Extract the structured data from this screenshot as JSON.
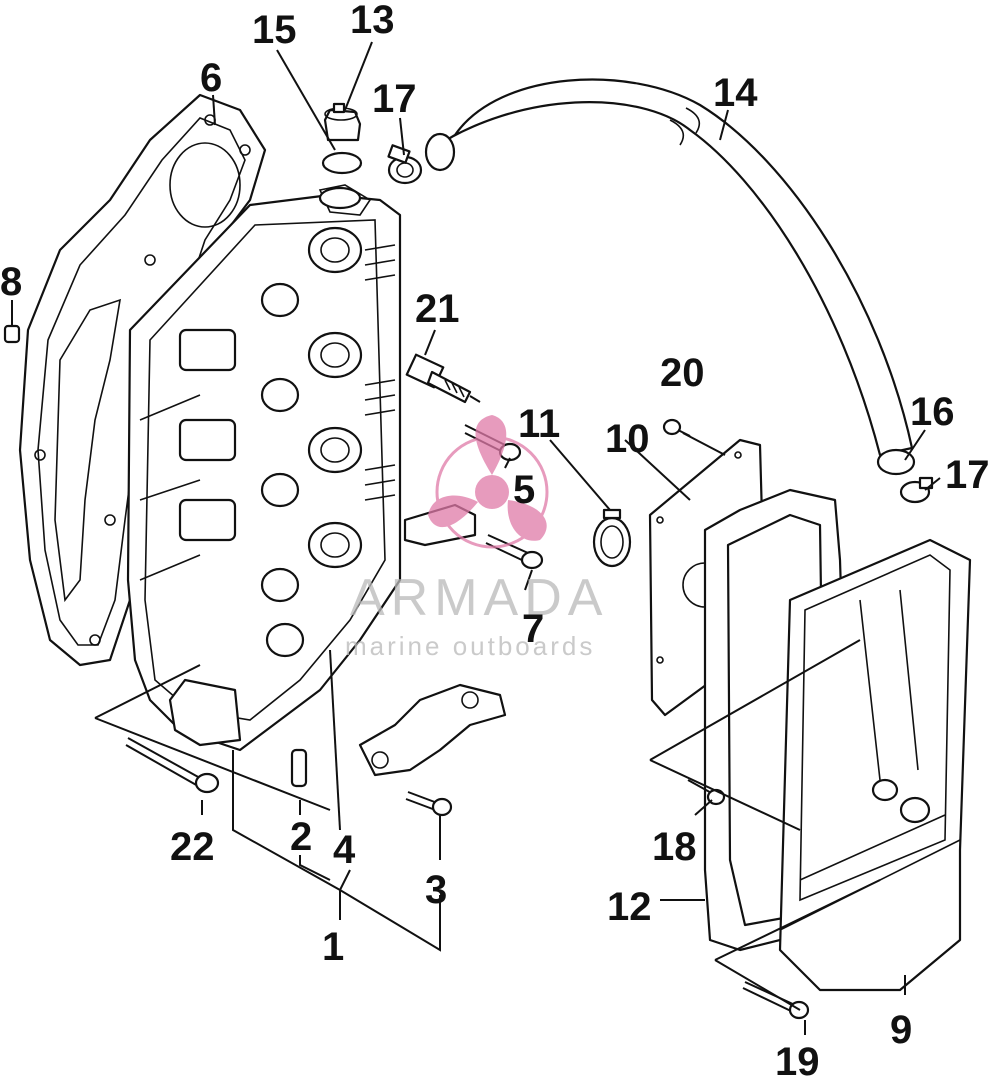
{
  "parts": {
    "p1": "1",
    "p2": "2",
    "p3": "3",
    "p4": "4",
    "p5": "5",
    "p6": "6",
    "p7": "7",
    "p8": "8",
    "p9": "9",
    "p10": "10",
    "p11": "11",
    "p12": "12",
    "p13": "13",
    "p14": "14",
    "p15": "15",
    "p16": "16",
    "p17a": "17",
    "p17b": "17",
    "p18": "18",
    "p19": "19",
    "p20": "20",
    "p21": "21",
    "p22": "22"
  },
  "watermark": {
    "title": "ARMADA",
    "subtitle": "marine outboards",
    "color": "#e07aa8"
  }
}
